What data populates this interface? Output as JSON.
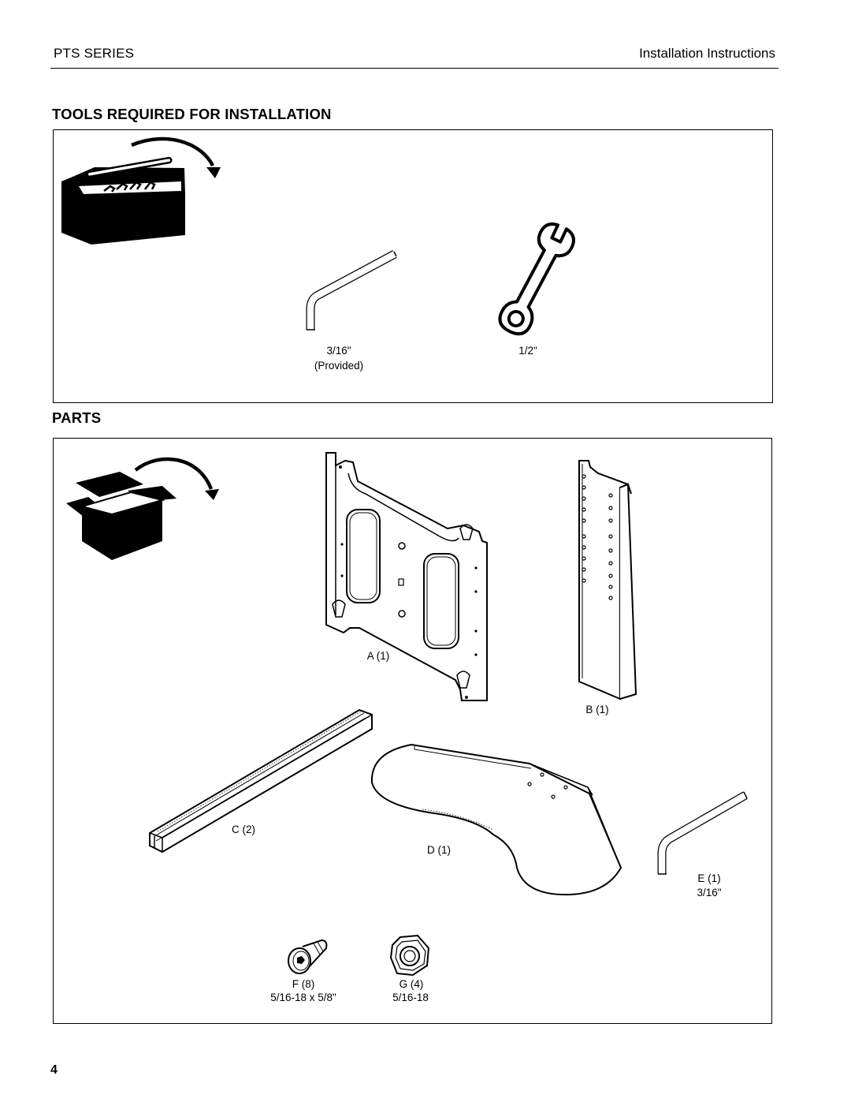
{
  "header": {
    "series": "PTS SERIES",
    "doc_type": "Installation Instructions"
  },
  "tools_section": {
    "title": "TOOLS REQUIRED FOR INSTALLATION",
    "tools": [
      {
        "icon": "hex-key-icon",
        "size": "3/16\"",
        "note": "(Provided)"
      },
      {
        "icon": "wrench-icon",
        "size": "1/2\""
      }
    ]
  },
  "parts_section": {
    "title": "PARTS",
    "parts": [
      {
        "id": "A",
        "label": "A (1)"
      },
      {
        "id": "B",
        "label": "B (1)"
      },
      {
        "id": "C",
        "label": "C (2)"
      },
      {
        "id": "D",
        "label": "D (1)"
      },
      {
        "id": "E",
        "label": "E (1)",
        "spec": "3/16\""
      },
      {
        "id": "F",
        "label": "F (8)",
        "spec": "5/16-18 x 5/8\""
      },
      {
        "id": "G",
        "label": "G (4)",
        "spec": "5/16-18"
      }
    ]
  },
  "page_number": "4"
}
